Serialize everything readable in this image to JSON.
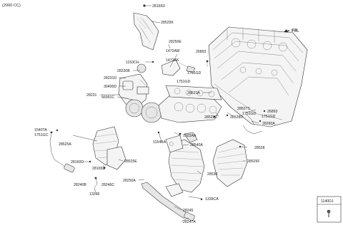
{
  "header": {
    "spec": "(2000 CC)"
  },
  "direction": {
    "label": "FR."
  },
  "legend_box": {
    "label": "1140DJ"
  },
  "labels": [
    {
      "key": "28165D",
      "text": "28165D"
    },
    {
      "key": "28525K",
      "text": "28525K"
    },
    {
      "key": "28250E",
      "text": "28250E"
    },
    {
      "key": "1472AM",
      "text": "1472AM"
    },
    {
      "key": "1472AK",
      "text": "1472AK"
    },
    {
      "key": "26893a",
      "text": "26893"
    },
    {
      "key": "1153CH",
      "text": "1153CH"
    },
    {
      "key": "28230B",
      "text": "28230B"
    },
    {
      "key": "1751GDa",
      "text": "1751GD"
    },
    {
      "key": "1751GDb",
      "text": "1751GD"
    },
    {
      "key": "28231D",
      "text": "28231D"
    },
    {
      "key": "39400D",
      "text": "39400D"
    },
    {
      "key": "28521A",
      "text": "28521A"
    },
    {
      "key": "28231",
      "text": "28231"
    },
    {
      "key": "56991C",
      "text": "56991C"
    },
    {
      "key": "28527S",
      "text": "28527S"
    },
    {
      "key": "26893b",
      "text": "26893"
    },
    {
      "key": "1751GDc",
      "text": "1751GD"
    },
    {
      "key": "1751GDd",
      "text": "1751GD"
    },
    {
      "key": "28528C",
      "text": "28528C"
    },
    {
      "key": "28528D",
      "text": "28528D"
    },
    {
      "key": "28260A",
      "text": "28260A"
    },
    {
      "key": "1540TA",
      "text": "1540TA"
    },
    {
      "key": "1751GC",
      "text": "1751GC"
    },
    {
      "key": "1022AA",
      "text": "1022AA"
    },
    {
      "key": "1154BA",
      "text": "1154BA"
    },
    {
      "key": "28540A",
      "text": "28540A"
    },
    {
      "key": "28525A",
      "text": "28525A"
    },
    {
      "key": "28528",
      "text": "28528"
    },
    {
      "key": "28525F",
      "text": "28525F"
    },
    {
      "key": "28160D",
      "text": "28160D"
    },
    {
      "key": "28525E",
      "text": "28525E"
    },
    {
      "key": "28165D2",
      "text": "28165D"
    },
    {
      "key": "28530",
      "text": "28530"
    },
    {
      "key": "28240B",
      "text": "28240B"
    },
    {
      "key": "28246C",
      "text": "28246C"
    },
    {
      "key": "28250A",
      "text": "28250A"
    },
    {
      "key": "13396",
      "text": "13396"
    },
    {
      "key": "1339CA",
      "text": "1339CA"
    },
    {
      "key": "28245",
      "text": "28245"
    },
    {
      "key": "28247A",
      "text": "28247A"
    }
  ]
}
